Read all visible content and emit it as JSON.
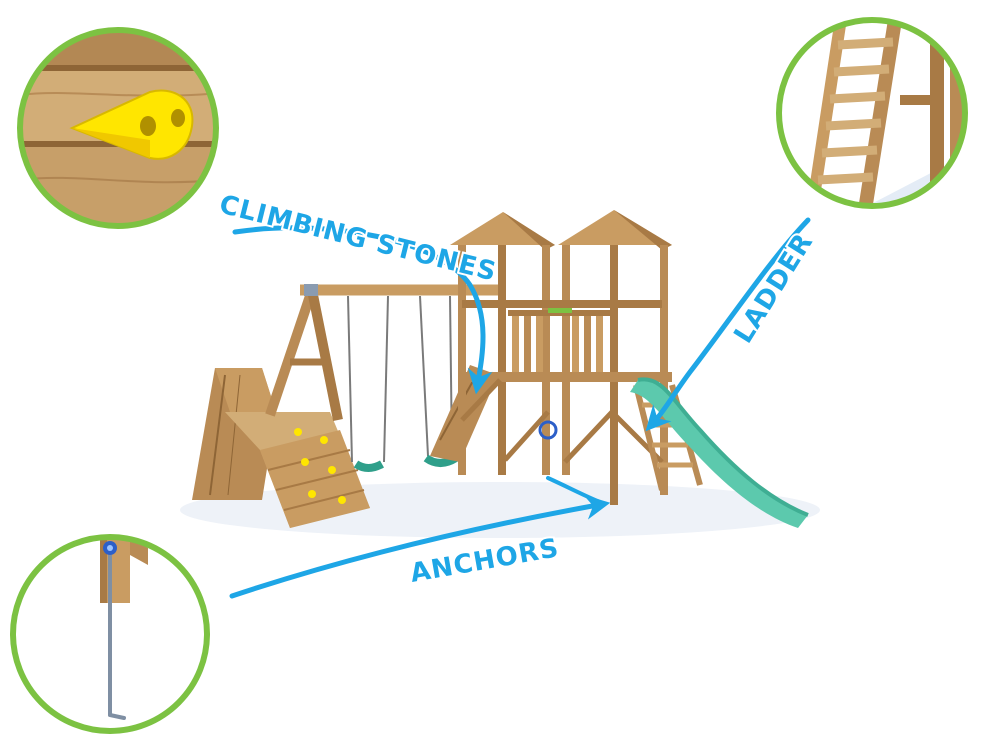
{
  "labels": {
    "climbing_stones": "CLIMBING STONES",
    "ladder": "LADDER",
    "anchors": "ANCHORS"
  },
  "colors": {
    "label_blue": "#1ea6e6",
    "ring_green": "#7cc242",
    "wood_light": "#d2ad77",
    "wood_mid": "#b98b55",
    "wood_dark": "#8e6536",
    "climbing_stone_yellow": "#ffe600",
    "slide_green": "#5cc9ad",
    "swing_seat": "#2f9f8a",
    "anchor_blue": "#2d5fc8",
    "anchor_rod": "#7f8fa3"
  },
  "icons": {
    "climbing_stone_detail": "yellow-climbing-stone-icon",
    "ladder_detail": "wooden-ladder-icon",
    "anchor_detail": "ground-anchor-icon"
  }
}
